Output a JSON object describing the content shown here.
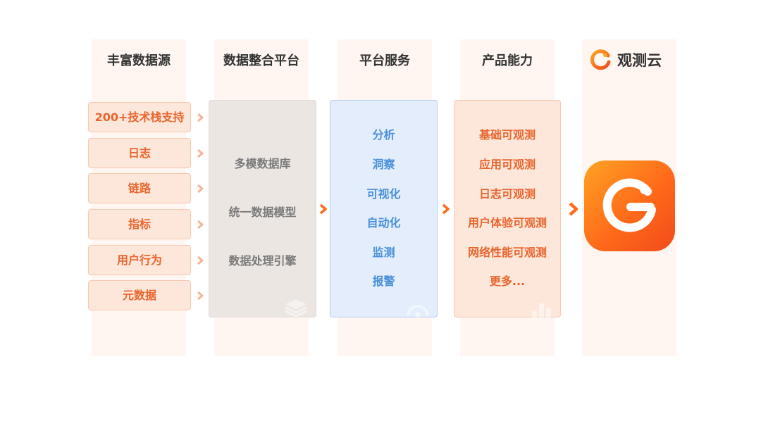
{
  "columns": [
    {
      "title": "丰富数据源"
    },
    {
      "title": "数据整合平台"
    },
    {
      "title": "平台服务"
    },
    {
      "title": "产品能力"
    }
  ],
  "brand": {
    "name": "观测云"
  },
  "sources": [
    "200+技术栈支持",
    "日志",
    "链路",
    "指标",
    "用户行为",
    "元数据"
  ],
  "integration": [
    "多模数据库",
    "统一数据模型",
    "数据处理引擎"
  ],
  "services": [
    "分析",
    "洞察",
    "可视化",
    "自动化",
    "监测",
    "报警"
  ],
  "capabilities": [
    "基础可观测",
    "应用可观测",
    "日志可观测",
    "用户体验可观测",
    "网络性能可观测",
    "更多..."
  ],
  "colors": {
    "accent": "#ff6a1a",
    "source_text": "#e8662e",
    "service_text": "#4a90d9",
    "integration_text": "#7a7a7a"
  }
}
